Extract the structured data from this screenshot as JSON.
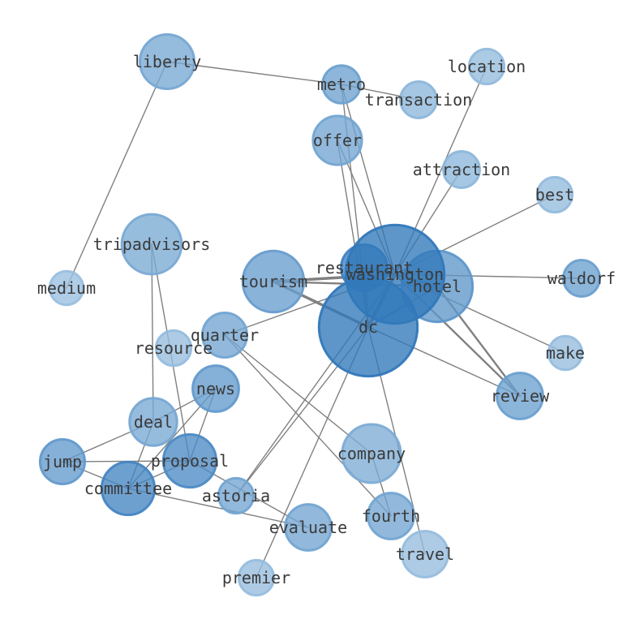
{
  "graph": {
    "nodes": [
      {
        "id": "liberty",
        "label": "liberty",
        "weight": 0.3,
        "shade": 0.42
      },
      {
        "id": "metro",
        "label": "metro",
        "weight": 0.18,
        "shade": 0.48
      },
      {
        "id": "transaction",
        "label": "transaction",
        "weight": 0.17,
        "shade": 0.28
      },
      {
        "id": "location",
        "label": "location",
        "weight": 0.16,
        "shade": 0.24
      },
      {
        "id": "offer",
        "label": "offer",
        "weight": 0.26,
        "shade": 0.45
      },
      {
        "id": "attraction",
        "label": "attraction",
        "weight": 0.17,
        "shade": 0.28
      },
      {
        "id": "best",
        "label": "best",
        "weight": 0.16,
        "shade": 0.24
      },
      {
        "id": "tripadvisors",
        "label": "tripadvisors",
        "weight": 0.34,
        "shade": 0.4
      },
      {
        "id": "medium",
        "label": "medium",
        "weight": 0.15,
        "shade": 0.2
      },
      {
        "id": "tourism",
        "label": "tourism",
        "weight": 0.35,
        "shade": 0.52
      },
      {
        "id": "restaurant",
        "label": "restaurant",
        "weight": 0.24,
        "shade": 0.78
      },
      {
        "id": "washington",
        "label": "washington",
        "weight": 0.62,
        "shade": 0.88
      },
      {
        "id": "hotel",
        "label": "hotel",
        "weight": 0.42,
        "shade": 0.58
      },
      {
        "id": "waldorf",
        "label": "waldorf",
        "weight": 0.17,
        "shade": 0.5
      },
      {
        "id": "quarter",
        "label": "quarter",
        "weight": 0.23,
        "shade": 0.45
      },
      {
        "id": "resource",
        "label": "resource",
        "weight": 0.16,
        "shade": 0.22
      },
      {
        "id": "dc",
        "label": "dc",
        "weight": 0.62,
        "shade": 0.88
      },
      {
        "id": "make",
        "label": "make",
        "weight": 0.15,
        "shade": 0.22
      },
      {
        "id": "news",
        "label": "news",
        "weight": 0.24,
        "shade": 0.55
      },
      {
        "id": "review",
        "label": "review",
        "weight": 0.24,
        "shade": 0.5
      },
      {
        "id": "deal",
        "label": "deal",
        "weight": 0.25,
        "shade": 0.42
      },
      {
        "id": "jump",
        "label": "jump",
        "weight": 0.23,
        "shade": 0.55
      },
      {
        "id": "proposal",
        "label": "proposal",
        "weight": 0.29,
        "shade": 0.7
      },
      {
        "id": "company",
        "label": "company",
        "weight": 0.33,
        "shade": 0.38
      },
      {
        "id": "committee",
        "label": "committee",
        "weight": 0.29,
        "shade": 0.75
      },
      {
        "id": "astoria",
        "label": "astoria",
        "weight": 0.16,
        "shade": 0.45
      },
      {
        "id": "fourth",
        "label": "fourth",
        "weight": 0.24,
        "shade": 0.45
      },
      {
        "id": "evaluate",
        "label": "evaluate",
        "weight": 0.24,
        "shade": 0.45
      },
      {
        "id": "travel",
        "label": "travel",
        "weight": 0.24,
        "shade": 0.22
      },
      {
        "id": "premier",
        "label": "premier",
        "weight": 0.16,
        "shade": 0.22
      }
    ],
    "edges": [
      {
        "source": "liberty",
        "target": "metro",
        "strength": 1
      },
      {
        "source": "liberty",
        "target": "medium",
        "strength": 1
      },
      {
        "source": "metro",
        "target": "transaction",
        "strength": 1
      },
      {
        "source": "metro",
        "target": "washington",
        "strength": 1
      },
      {
        "source": "metro",
        "target": "dc",
        "strength": 1
      },
      {
        "source": "location",
        "target": "washington",
        "strength": 1
      },
      {
        "source": "offer",
        "target": "washington",
        "strength": 1
      },
      {
        "source": "offer",
        "target": "dc",
        "strength": 1
      },
      {
        "source": "attraction",
        "target": "washington",
        "strength": 1
      },
      {
        "source": "best",
        "target": "washington",
        "strength": 1
      },
      {
        "source": "tripadvisors",
        "target": "deal",
        "strength": 1
      },
      {
        "source": "tripadvisors",
        "target": "proposal",
        "strength": 1
      },
      {
        "source": "tourism",
        "target": "washington",
        "strength": 3
      },
      {
        "source": "tourism",
        "target": "hotel",
        "strength": 2
      },
      {
        "source": "tourism",
        "target": "dc",
        "strength": 3
      },
      {
        "source": "restaurant",
        "target": "washington",
        "strength": 2
      },
      {
        "source": "restaurant",
        "target": "dc",
        "strength": 2
      },
      {
        "source": "washington",
        "target": "hotel",
        "strength": 3
      },
      {
        "source": "washington",
        "target": "dc",
        "strength": 4
      },
      {
        "source": "washington",
        "target": "waldorf",
        "strength": 1
      },
      {
        "source": "washington",
        "target": "make",
        "strength": 1
      },
      {
        "source": "washington",
        "target": "review",
        "strength": 2
      },
      {
        "source": "washington",
        "target": "quarter",
        "strength": 1
      },
      {
        "source": "hotel",
        "target": "dc",
        "strength": 2
      },
      {
        "source": "hotel",
        "target": "review",
        "strength": 2
      },
      {
        "source": "dc",
        "target": "review",
        "strength": 1
      },
      {
        "source": "dc",
        "target": "travel",
        "strength": 1
      },
      {
        "source": "dc",
        "target": "premier",
        "strength": 1
      },
      {
        "source": "dc",
        "target": "astoria",
        "strength": 1
      },
      {
        "source": "washington",
        "target": "astoria",
        "strength": 1
      },
      {
        "source": "quarter",
        "target": "company",
        "strength": 1
      },
      {
        "source": "quarter",
        "target": "fourth",
        "strength": 1
      },
      {
        "source": "news",
        "target": "deal",
        "strength": 1
      },
      {
        "source": "news",
        "target": "proposal",
        "strength": 1
      },
      {
        "source": "news",
        "target": "committee",
        "strength": 1
      },
      {
        "source": "deal",
        "target": "jump",
        "strength": 1
      },
      {
        "source": "deal",
        "target": "committee",
        "strength": 1
      },
      {
        "source": "jump",
        "target": "proposal",
        "strength": 1
      },
      {
        "source": "jump",
        "target": "committee",
        "strength": 1
      },
      {
        "source": "proposal",
        "target": "committee",
        "strength": 1
      },
      {
        "source": "proposal",
        "target": "evaluate",
        "strength": 1
      },
      {
        "source": "committee",
        "target": "evaluate",
        "strength": 1
      },
      {
        "source": "company",
        "target": "fourth",
        "strength": 1
      }
    ]
  },
  "colors": {
    "node_light": "#b7d4ea",
    "node_dark": "#1f6bb4",
    "edge": "#808080",
    "label": "#3a3a3a",
    "background": "#ffffff"
  }
}
